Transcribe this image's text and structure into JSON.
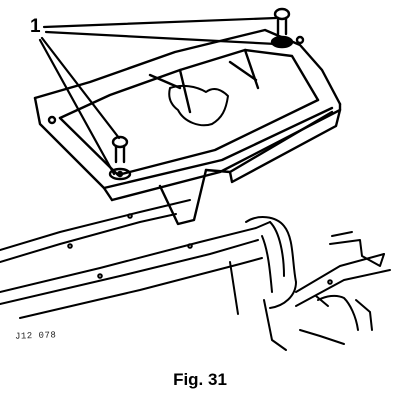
{
  "figure": {
    "callout_number": "1",
    "reference_code": "J12 078",
    "caption": "Fig. 31"
  }
}
